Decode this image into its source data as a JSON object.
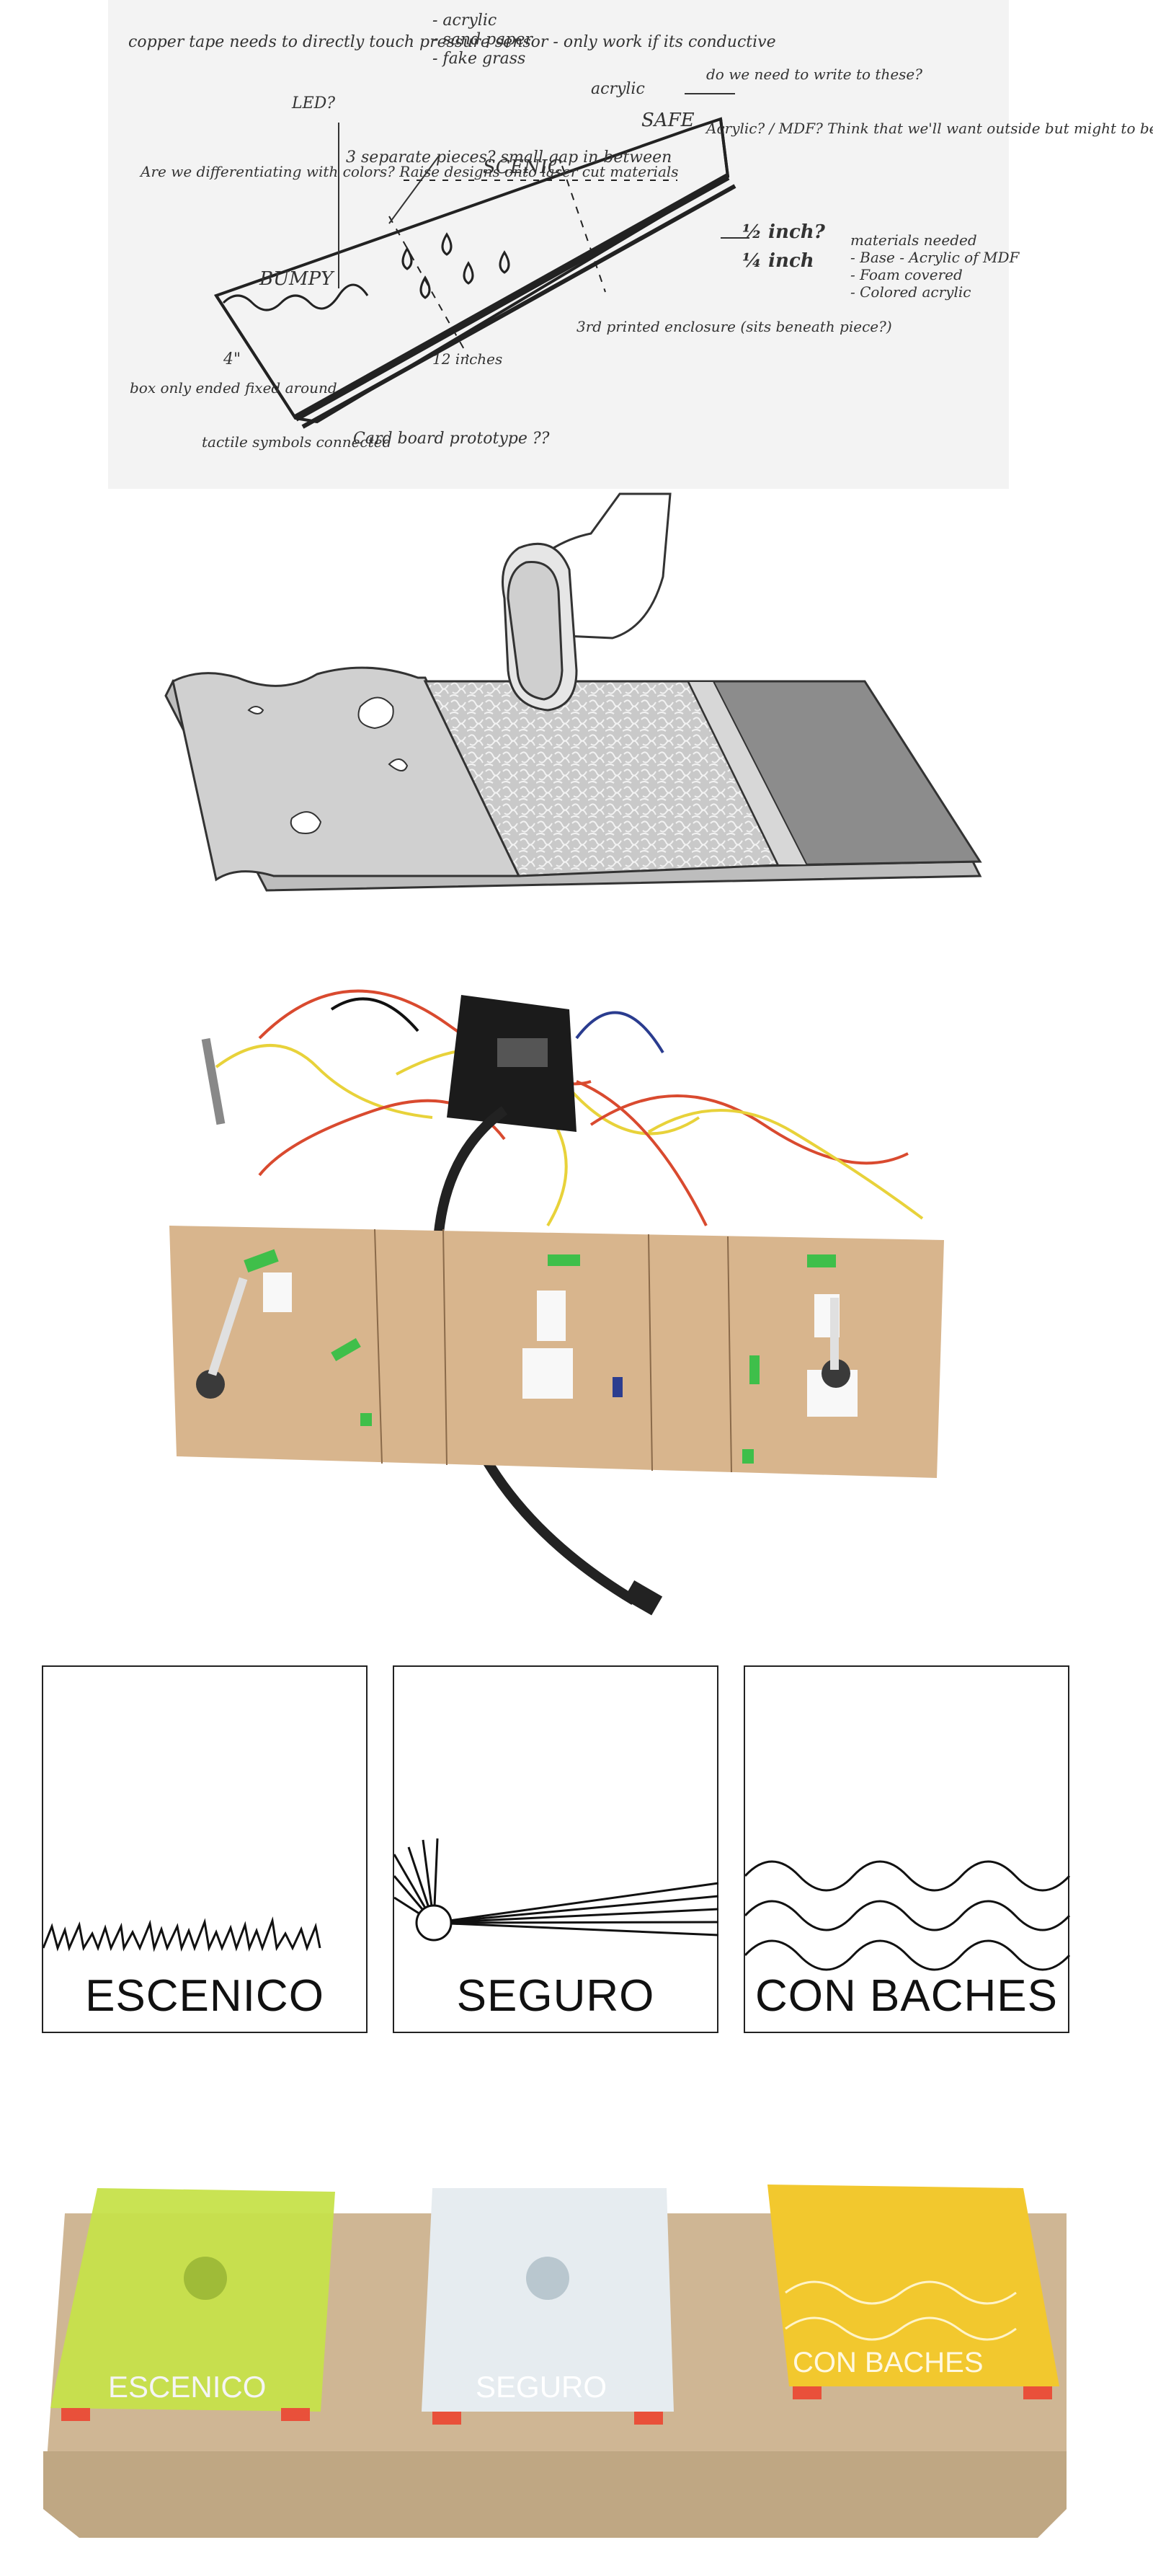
{
  "sketch": {
    "notes": {
      "copper": "copper tape needs to directly touch pressure sensor - only work if its conductive",
      "list": "- acrylic\n- sand paper\n- fake grass",
      "led": "LED?",
      "separate": "3 separate pieces? small gap in between",
      "acrylic_top": "acrylic",
      "dowe": "do we need to write to these?",
      "acrylic_mdf": "Acrylic? / MDF? Think that we'll want outside but might to be just choice for this project?",
      "differentiate": "Are we differentiating with colors? Raise designs onto laser cut materials",
      "bumpy": "BUMPY",
      "scenic": "SCENIC",
      "safe": "SAFE",
      "halfinch": "½ inch?",
      "quarterinch": "¼ inch",
      "materials": "materials needed\n- Base - Acrylic of MDF\n- Foam covered\n- Colored acrylic",
      "enclosure": "3rd printed enclosure (sits beneath piece?)",
      "twelve": "12 inches",
      "box": "box only ended fixed around",
      "tactile": "tactile symbols connected",
      "cardboard": "Card board prototype ??",
      "four": "4\""
    }
  },
  "signs": [
    {
      "label": "ESCENICO",
      "motif": "grass"
    },
    {
      "label": "SEGURO",
      "motif": "sunrays"
    },
    {
      "label": "CON BACHES",
      "motif": "waves"
    }
  ],
  "prototype": {
    "tiles": [
      {
        "label": "ESCENICO",
        "color": "#c6e24a"
      },
      {
        "label": "SEGURO",
        "color": "#e6ecf0"
      },
      {
        "label": "CON BACHES",
        "color": "#f2c82e"
      }
    ]
  }
}
